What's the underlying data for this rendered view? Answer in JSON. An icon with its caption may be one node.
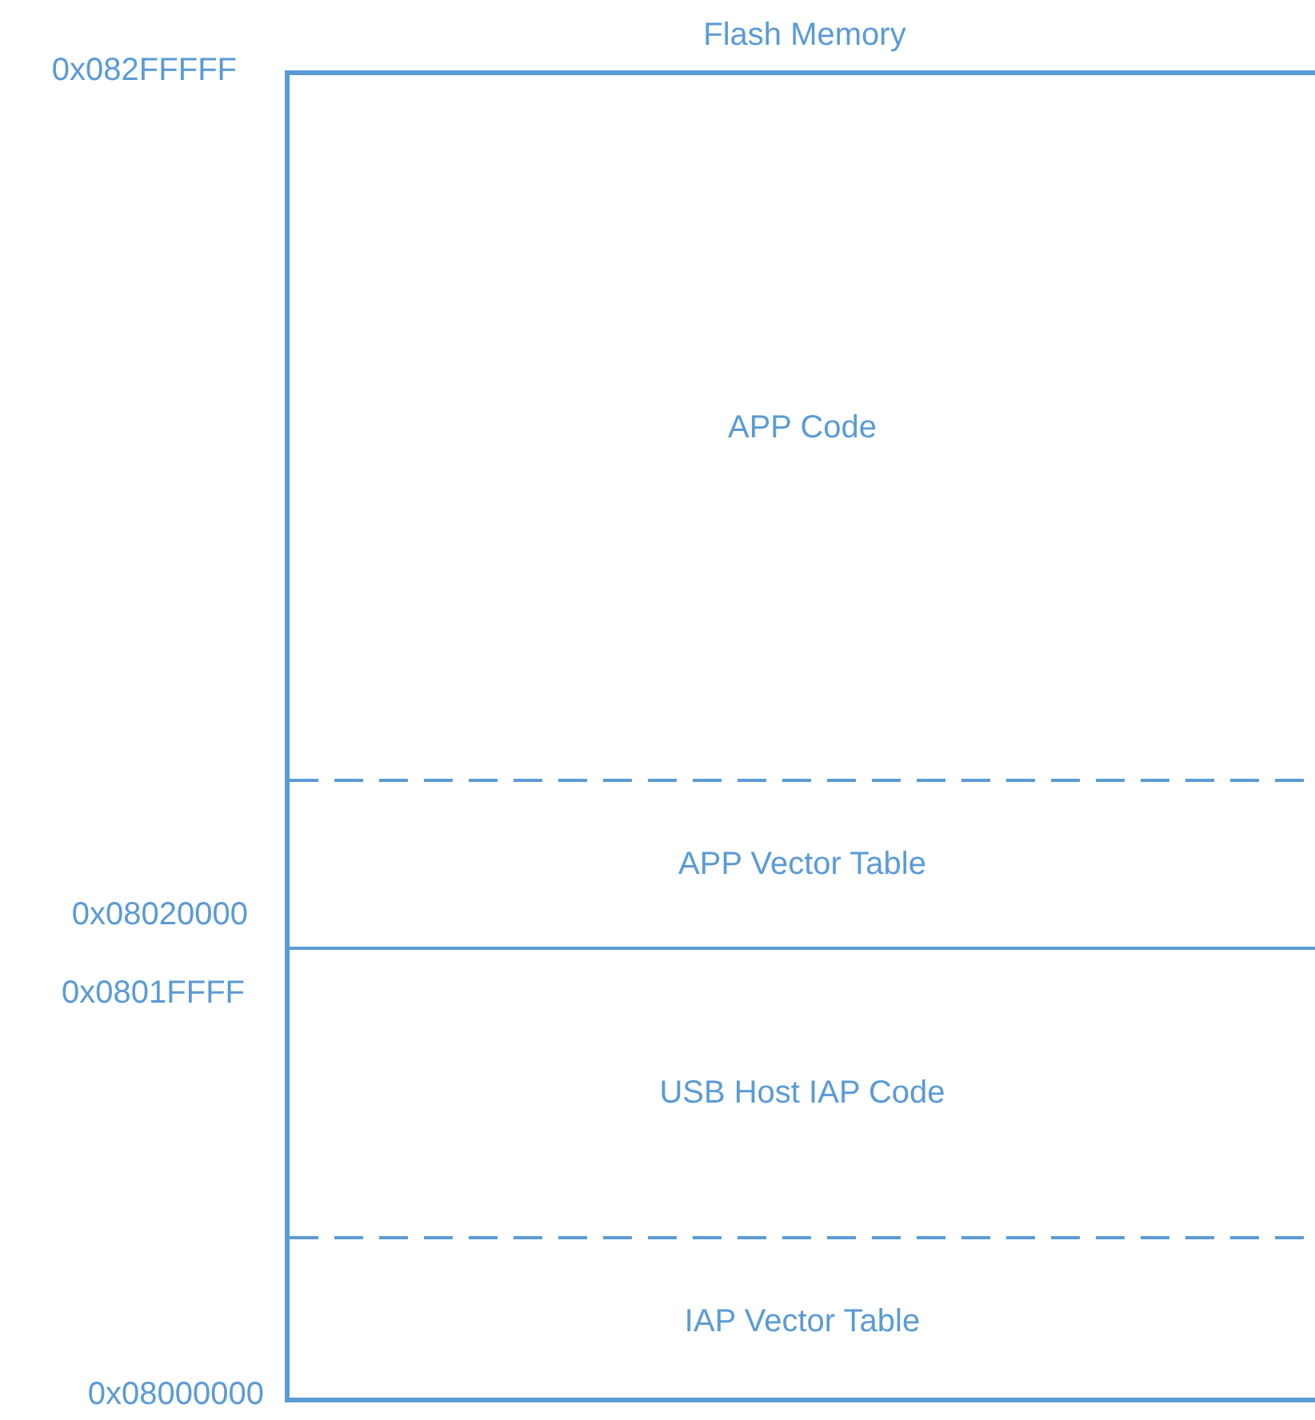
{
  "diagram": {
    "nodes": [
      {
        "text": [
          "Flash Memory"
        ]
      },
      {
        "text": [
          "APP Code"
        ],
        "in": 0
      },
      {
        "text": [
          "APP Vector Table"
        ],
        "in": 0
      },
      {
        "text": [
          "USB Host IAP Code"
        ],
        "in": 0
      },
      {
        "text": [
          "IAP Vector Table"
        ],
        "in": 0
      }
    ],
    "labels": [
      "0x082FFFFF",
      "0x08020000",
      "0x0801FFFF",
      "0x08000000"
    ]
  }
}
